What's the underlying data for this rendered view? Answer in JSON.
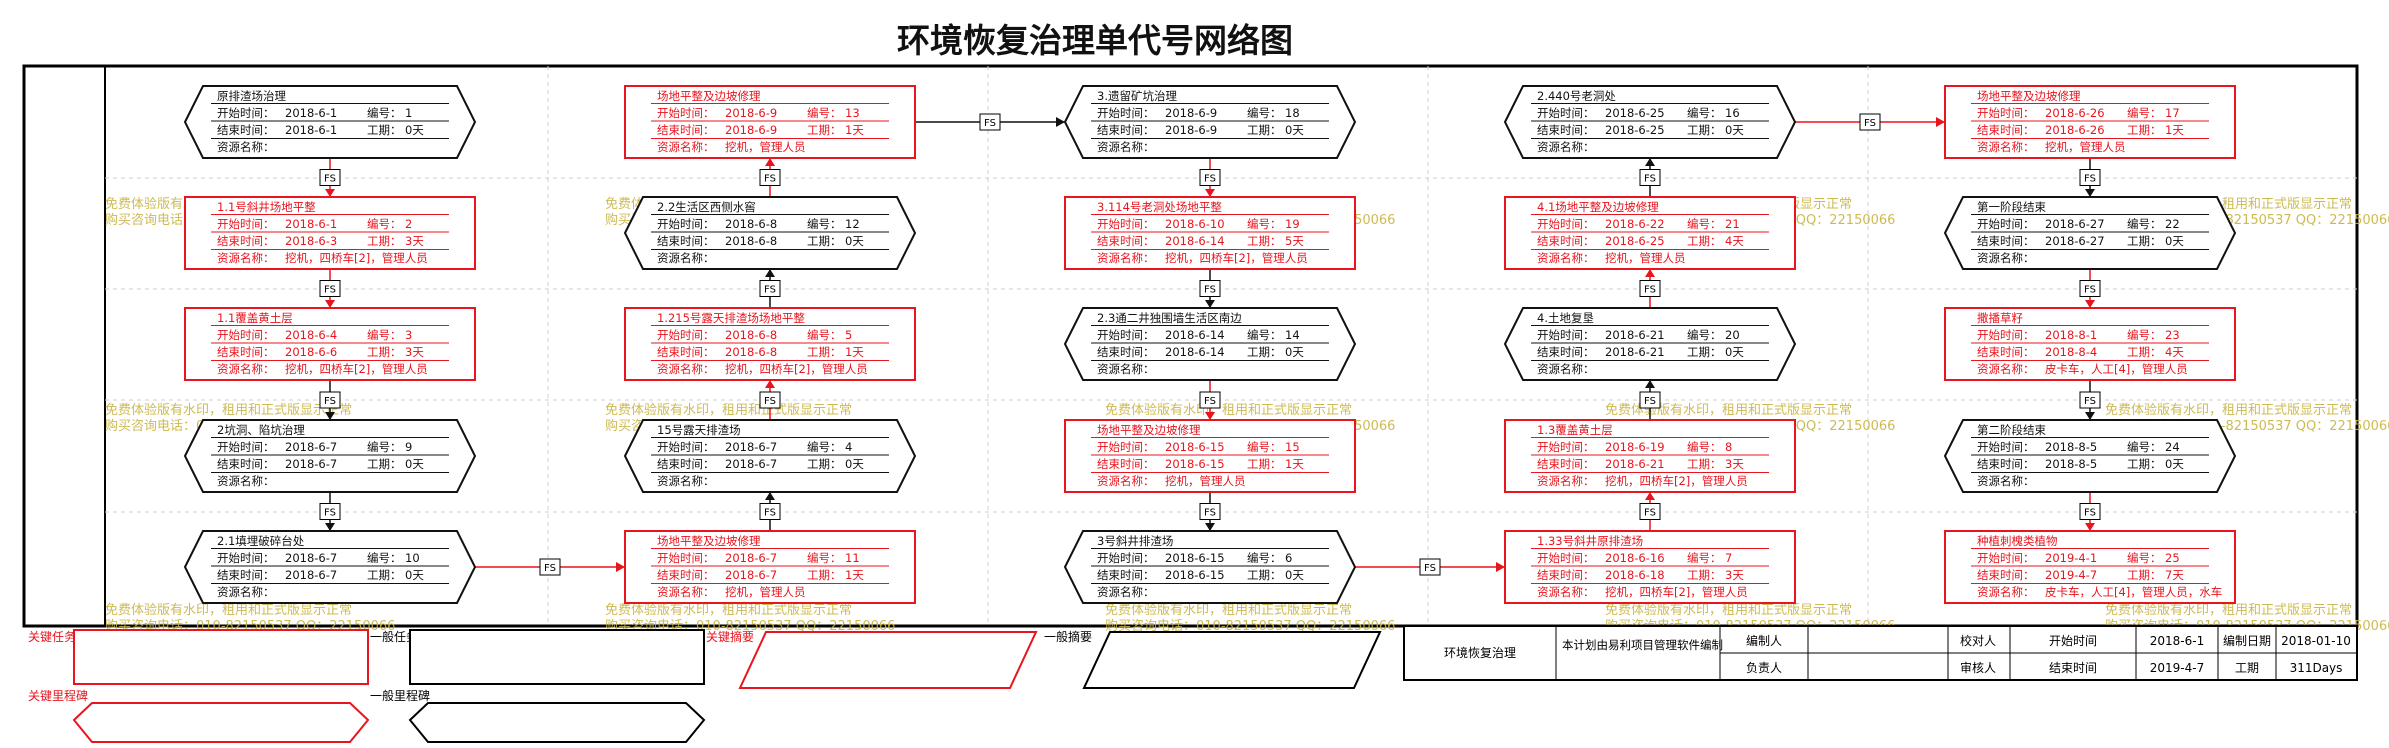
{
  "title": "环境恢复治理单代号网络图",
  "colors": {
    "critical": "#e8141e",
    "normal": "#111111",
    "watermark": "#c8b440",
    "grid": "#cfcfcf"
  },
  "labels": {
    "start": "开始时间：",
    "end": "结束时间：",
    "no": "编号：",
    "dur": "工期：",
    "res": "资源名称："
  },
  "nodes": [
    {
      "id": "n1",
      "kind": "hex",
      "col": 0,
      "row": 0,
      "name": "原排渣场治理",
      "start": "2018-6-1",
      "end": "2018-6-1",
      "no": "1",
      "dur": "0天",
      "res": ""
    },
    {
      "id": "n2",
      "kind": "rect",
      "col": 0,
      "row": 1,
      "name": "1.1号斜井场地平整",
      "start": "2018-6-1",
      "end": "2018-6-3",
      "no": "2",
      "dur": "3天",
      "res": "挖机，四桥车[2]，管理人员"
    },
    {
      "id": "n3",
      "kind": "rect",
      "col": 0,
      "row": 2,
      "name": "1.1覆盖黄土层",
      "start": "2018-6-4",
      "end": "2018-6-6",
      "no": "3",
      "dur": "3天",
      "res": "挖机，四桥车[2]，管理人员"
    },
    {
      "id": "n9",
      "kind": "hex",
      "col": 0,
      "row": 3,
      "name": "2坑洞、陷坑治理",
      "start": "2018-6-7",
      "end": "2018-6-7",
      "no": "9",
      "dur": "0天",
      "res": ""
    },
    {
      "id": "n10",
      "kind": "hex",
      "col": 0,
      "row": 4,
      "name": "2.1填埋破碎台处",
      "start": "2018-6-7",
      "end": "2018-6-7",
      "no": "10",
      "dur": "0天",
      "res": ""
    },
    {
      "id": "n13",
      "kind": "rect",
      "col": 1,
      "row": 0,
      "name": "场地平整及边坡修理",
      "start": "2018-6-9",
      "end": "2018-6-9",
      "no": "13",
      "dur": "1天",
      "res": "挖机，管理人员"
    },
    {
      "id": "n12",
      "kind": "hex",
      "col": 1,
      "row": 1,
      "name": "2.2生活区西侧水窖",
      "start": "2018-6-8",
      "end": "2018-6-8",
      "no": "12",
      "dur": "0天",
      "res": ""
    },
    {
      "id": "n5",
      "kind": "rect",
      "col": 1,
      "row": 2,
      "name": "1.215号露天排渣场场地平整",
      "start": "2018-6-8",
      "end": "2018-6-8",
      "no": "5",
      "dur": "1天",
      "res": "挖机，四桥车[2]，管理人员"
    },
    {
      "id": "n4",
      "kind": "hex",
      "col": 1,
      "row": 3,
      "name": "15号露天排渣场",
      "start": "2018-6-7",
      "end": "2018-6-7",
      "no": "4",
      "dur": "0天",
      "res": ""
    },
    {
      "id": "n11",
      "kind": "rect",
      "col": 1,
      "row": 4,
      "name": "场地平整及边坡修理",
      "start": "2018-6-7",
      "end": "2018-6-7",
      "no": "11",
      "dur": "1天",
      "res": "挖机，管理人员"
    },
    {
      "id": "n18",
      "kind": "hex",
      "col": 2,
      "row": 0,
      "name": "3.遗留矿坑治理",
      "start": "2018-6-9",
      "end": "2018-6-9",
      "no": "18",
      "dur": "0天",
      "res": ""
    },
    {
      "id": "n19",
      "kind": "rect",
      "col": 2,
      "row": 1,
      "name": "3.114号老洞处场地平整",
      "start": "2018-6-10",
      "end": "2018-6-14",
      "no": "19",
      "dur": "5天",
      "res": "挖机，四桥车[2]，管理人员"
    },
    {
      "id": "n14",
      "kind": "hex",
      "col": 2,
      "row": 2,
      "name": "2.3通二井独围墙生活区南边",
      "start": "2018-6-14",
      "end": "2018-6-14",
      "no": "14",
      "dur": "0天",
      "res": ""
    },
    {
      "id": "n15",
      "kind": "rect",
      "col": 2,
      "row": 3,
      "name": "场地平整及边坡修理",
      "start": "2018-6-15",
      "end": "2018-6-15",
      "no": "15",
      "dur": "1天",
      "res": "挖机，管理人员"
    },
    {
      "id": "n6",
      "kind": "hex",
      "col": 2,
      "row": 4,
      "name": "3号斜井排渣场",
      "start": "2018-6-15",
      "end": "2018-6-15",
      "no": "6",
      "dur": "0天",
      "res": ""
    },
    {
      "id": "n16",
      "kind": "hex",
      "col": 3,
      "row": 0,
      "name": "2.440号老洞处",
      "start": "2018-6-25",
      "end": "2018-6-25",
      "no": "16",
      "dur": "0天",
      "res": ""
    },
    {
      "id": "n21",
      "kind": "rect",
      "col": 3,
      "row": 1,
      "name": "4.1场地平整及边坡修理",
      "start": "2018-6-22",
      "end": "2018-6-25",
      "no": "21",
      "dur": "4天",
      "res": "挖机，管理人员"
    },
    {
      "id": "n20",
      "kind": "hex",
      "col": 3,
      "row": 2,
      "name": "4.土地复垦",
      "start": "2018-6-21",
      "end": "2018-6-21",
      "no": "20",
      "dur": "0天",
      "res": ""
    },
    {
      "id": "n8",
      "kind": "rect",
      "col": 3,
      "row": 3,
      "name": "1.3覆盖黄土层",
      "start": "2018-6-19",
      "end": "2018-6-21",
      "no": "8",
      "dur": "3天",
      "res": "挖机，四桥车[2]，管理人员"
    },
    {
      "id": "n7",
      "kind": "rect",
      "col": 3,
      "row": 4,
      "name": "1.33号斜井原排渣场",
      "start": "2018-6-16",
      "end": "2018-6-18",
      "no": "7",
      "dur": "3天",
      "res": "挖机，四桥车[2]，管理人员"
    },
    {
      "id": "n17",
      "kind": "rect",
      "col": 4,
      "row": 0,
      "name": "场地平整及边坡修理",
      "start": "2018-6-26",
      "end": "2018-6-26",
      "no": "17",
      "dur": "1天",
      "res": "挖机，管理人员"
    },
    {
      "id": "n22",
      "kind": "hex",
      "col": 4,
      "row": 1,
      "name": "第一阶段结束",
      "start": "2018-6-27",
      "end": "2018-6-27",
      "no": "22",
      "dur": "0天",
      "res": ""
    },
    {
      "id": "n23",
      "kind": "rect",
      "col": 4,
      "row": 2,
      "name": "撒播草籽",
      "start": "2018-8-1",
      "end": "2018-8-4",
      "no": "23",
      "dur": "4天",
      "res": "皮卡车，人工[4]，管理人员"
    },
    {
      "id": "n24",
      "kind": "hex",
      "col": 4,
      "row": 3,
      "name": "第二阶段结束",
      "start": "2018-8-5",
      "end": "2018-8-5",
      "no": "24",
      "dur": "0天",
      "res": ""
    },
    {
      "id": "n25",
      "kind": "rect",
      "col": 4,
      "row": 4,
      "name": "种植刺槐类植物",
      "start": "2019-4-1",
      "end": "2019-4-7",
      "no": "25",
      "dur": "7天",
      "res": "皮卡车，人工[4]，管理人员，水车"
    }
  ],
  "links": [
    {
      "from": "n1",
      "to": "n2",
      "label": "FS"
    },
    {
      "from": "n2",
      "to": "n3",
      "label": "FS"
    },
    {
      "from": "n3",
      "to": "n9",
      "label": "FS"
    },
    {
      "from": "n9",
      "to": "n10",
      "label": "FS"
    },
    {
      "from": "n10",
      "to": "n11",
      "label": "FS"
    },
    {
      "from": "n11",
      "to": "n4",
      "label": "FS"
    },
    {
      "from": "n4",
      "to": "n5",
      "label": "FS"
    },
    {
      "from": "n5",
      "to": "n12",
      "label": "FS"
    },
    {
      "from": "n12",
      "to": "n13",
      "label": "FS"
    },
    {
      "from": "n13",
      "to": "n18",
      "label": "FS"
    },
    {
      "from": "n18",
      "to": "n19",
      "label": "FS"
    },
    {
      "from": "n19",
      "to": "n14",
      "label": "FS"
    },
    {
      "from": "n14",
      "to": "n15",
      "label": "FS"
    },
    {
      "from": "n15",
      "to": "n6",
      "label": "FS"
    },
    {
      "from": "n6",
      "to": "n7",
      "label": "FS"
    },
    {
      "from": "n7",
      "to": "n8",
      "label": "FS"
    },
    {
      "from": "n8",
      "to": "n20",
      "label": "FS"
    },
    {
      "from": "n20",
      "to": "n21",
      "label": "FS"
    },
    {
      "from": "n21",
      "to": "n16",
      "label": "FS"
    },
    {
      "from": "n16",
      "to": "n17",
      "label": "FS"
    },
    {
      "from": "n17",
      "to": "n22",
      "label": "FS"
    },
    {
      "from": "n22",
      "to": "n23",
      "label": "FS"
    },
    {
      "from": "n23",
      "to": "n24",
      "label": "FS"
    },
    {
      "from": "n24",
      "to": "n25",
      "label": "FS"
    }
  ],
  "legend": {
    "critical_task": "关键任务",
    "normal_task": "一般任务",
    "critical_milestone": "关键里程碑",
    "normal_milestone": "一般里程碑",
    "critical_summary": "关键摘要",
    "normal_summary": "一般摘要"
  },
  "info": {
    "project": "环境恢复治理",
    "note": "本计划由易利项目管理软件编制",
    "compiler": "编制人",
    "owner": "负责人",
    "checker": "校对人",
    "reviewer": "审核人",
    "start_label": "开始时间",
    "start_value": "2018-6-1",
    "end_label": "结束时间",
    "end_value": "2019-4-7",
    "compile_date_label": "编制日期",
    "compile_date_value": "2018-01-10",
    "duration_label": "工期",
    "duration_value": "311Days"
  },
  "watermark": {
    "line1": "免费体验版有水印，租用和正式版显示正常",
    "line2": "购买咨询电话：010-82150537 QQ：22150066"
  }
}
